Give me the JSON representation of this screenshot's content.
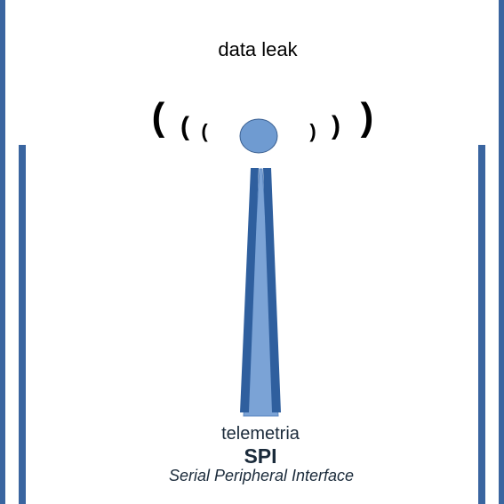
{
  "diagram": {
    "title": "data leak",
    "label": "telemetria",
    "acronym": "SPI",
    "full_name": "Serial Peripheral Interface",
    "signal_wave_left": [
      "(",
      "(",
      "("
    ],
    "signal_wave_right": [
      ")",
      ")",
      ")"
    ]
  },
  "colors": {
    "border": "#3a65a0",
    "tower_dark": "#2f5f9e",
    "tower_light": "#7ba3d6",
    "antenna_ball": "#6f9bd1",
    "text": "#1a2a3a"
  },
  "icons": [
    "antenna-tower-icon",
    "signal-wave-icon"
  ]
}
